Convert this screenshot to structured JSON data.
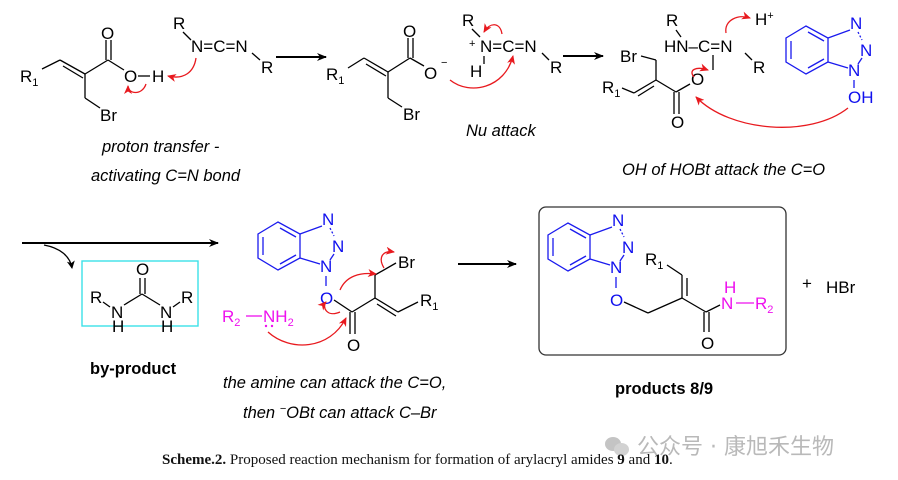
{
  "figure": {
    "steps": [
      {
        "id": "step1",
        "label": "proton transfer -",
        "label2": "activating C=N bond"
      },
      {
        "id": "step2",
        "label": "Nu attack"
      },
      {
        "id": "step3",
        "label": "OH of HOBt attack the C=O"
      },
      {
        "id": "step4",
        "label": "the amine can attack the C=O,",
        "label2_pre": "then ",
        "label2_sup": "−",
        "label2_post": "OBt can attack C–Br"
      }
    ],
    "labels": {
      "R": "R",
      "R1": "R",
      "sub1": "1",
      "sub2": "2",
      "O": "O",
      "OH_group": "O–H",
      "H": "H",
      "N": "N",
      "C": "C",
      "Br": "Br",
      "NCN": "N=C=N",
      "HN": "HN",
      "HN_C": "HN–C=N",
      "Hplus": "H",
      "plus": "+",
      "minus": "−",
      "OH": "OH",
      "NH2": "NH",
      "HBr": "HBr"
    },
    "byproduct_label": "by-product",
    "products_label": "products 8/9",
    "plus_sign": "+",
    "colors": {
      "hobt": "#1a1aee",
      "amine": "#ee10ee",
      "electron_arrow": "#e8191e",
      "byproduct_box": "#3ce0e8",
      "product_box": "#333333"
    }
  },
  "caption": {
    "prefix": "Scheme.2.",
    "text": " Proposed reaction mechanism for formation of arylacryl amides ",
    "num1": "9",
    "and": " and ",
    "num2": "10",
    "end": "."
  },
  "watermark": {
    "text": "公众号 · 康旭禾生物"
  }
}
